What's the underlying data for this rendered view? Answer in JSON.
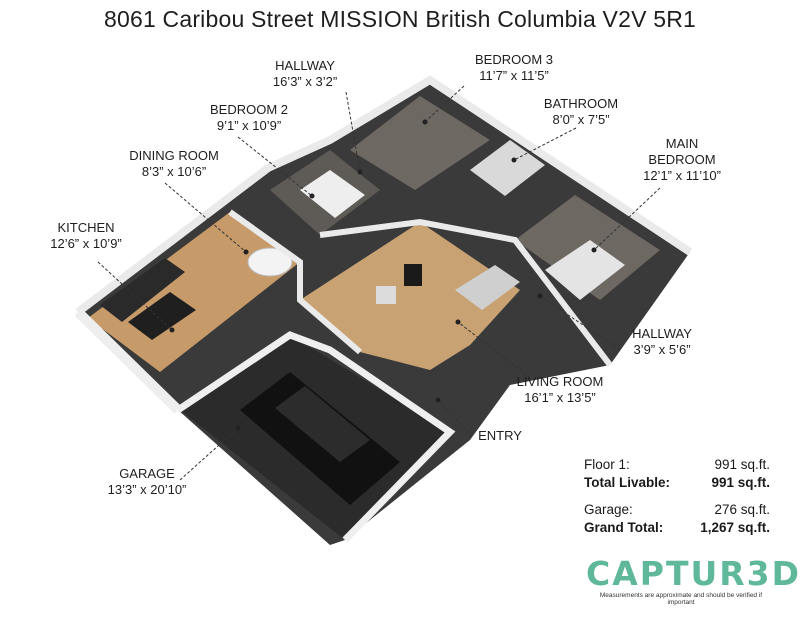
{
  "title": "8061 Caribou Street MISSION British Columbia V2V 5R1",
  "rooms": {
    "hallway_top": {
      "name": "HALLWAY",
      "dims": "16’3” x 3’2”"
    },
    "bedroom3": {
      "name": "BEDROOM 3",
      "dims": "11’7” x 11’5”"
    },
    "bedroom2": {
      "name": "BEDROOM 2",
      "dims": "9’1” x 10’9”"
    },
    "bathroom": {
      "name": "BATHROOM",
      "dims": "8’0” x 7’5”"
    },
    "dining": {
      "name": "DINING ROOM",
      "dims": "8’3” x 10’6”"
    },
    "main_bedroom": {
      "name_line1": "MAIN",
      "name_line2": "BEDROOM",
      "dims": "12’1” x 11’10”"
    },
    "kitchen": {
      "name": "KITCHEN",
      "dims": "12’6” x 10’9”"
    },
    "hallway_right": {
      "name": "HALLWAY",
      "dims": "3’9” x 5’6”"
    },
    "living": {
      "name": "LIVING ROOM",
      "dims": "16’1” x 13’5”"
    },
    "entry": {
      "name": "ENTRY"
    },
    "garage": {
      "name": "GARAGE",
      "dims": "13’3” x 20’10”"
    }
  },
  "summary": {
    "floor1_label": "Floor 1:",
    "floor1_value": "991 sq.ft.",
    "total_livable_label": "Total Livable:",
    "total_livable_value": "991 sq.ft.",
    "garage_label": "Garage:",
    "garage_value": "276 sq.ft.",
    "grand_total_label": "Grand Total:",
    "grand_total_value": "1,267 sq.ft."
  },
  "brand": {
    "logo_text": "CAPTUR3D",
    "disclaimer": "Measurements are approximate and should be verified if important"
  },
  "colors": {
    "wood_floor": "#c79a6a",
    "carpet": "#6e6862",
    "garage_floor": "#2b2b2b",
    "wall": "#e9e9e9",
    "wall_dark": "#3a3a3a",
    "logo": "#5fb89a"
  }
}
